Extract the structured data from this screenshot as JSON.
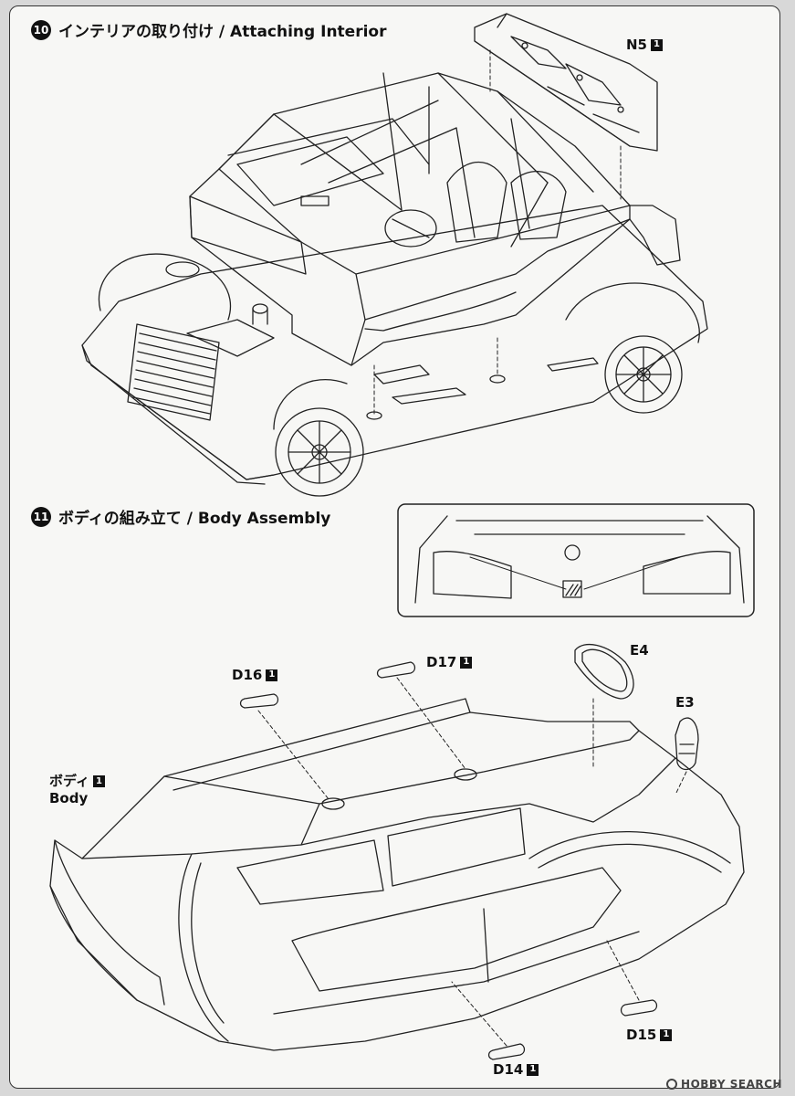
{
  "step10": {
    "number": "10",
    "title": "インテリアの取り付け / Attaching Interior"
  },
  "step11": {
    "number": "11",
    "title": "ボディの組み立て / Body Assembly"
  },
  "parts": {
    "n5": {
      "name": "N5",
      "qty": "1"
    },
    "d16": {
      "name": "D16",
      "qty": "1"
    },
    "d17": {
      "name": "D17",
      "qty": "1"
    },
    "e4": {
      "name": "E4"
    },
    "e3": {
      "name": "E3"
    },
    "d15": {
      "name": "D15",
      "qty": "1"
    },
    "d14": {
      "name": "D14",
      "qty": "1"
    }
  },
  "body": {
    "name_jp": "ボディ",
    "qty": "1",
    "name_en": "Body"
  },
  "watermark": {
    "text": "HOBBY SEARCH"
  }
}
